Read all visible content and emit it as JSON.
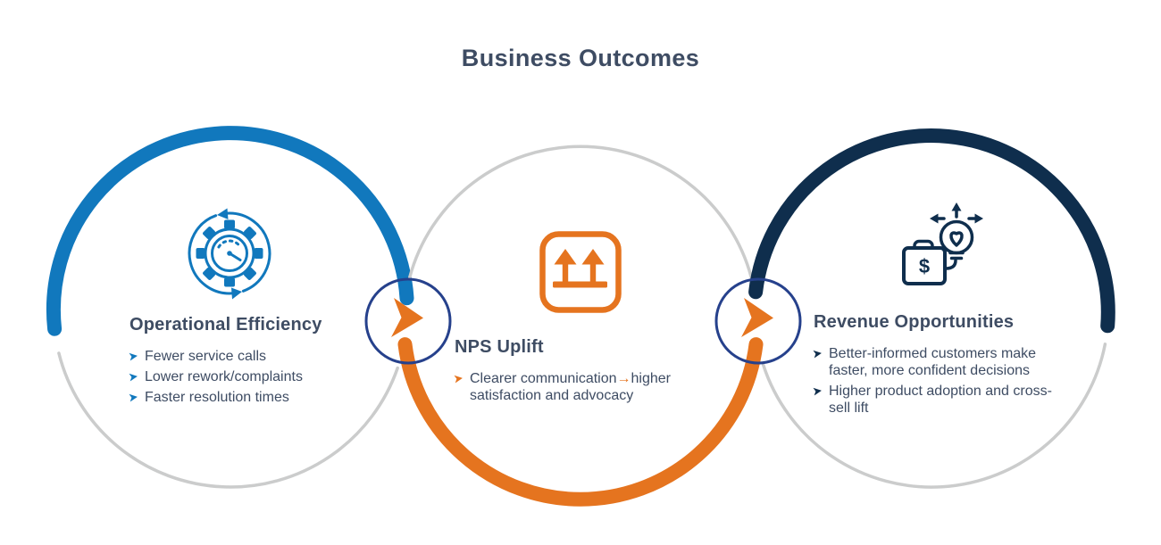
{
  "title": "Business Outcomes",
  "colors": {
    "blue": "#1178bd",
    "orange": "#e5741f",
    "navy": "#0f2e4d",
    "ring": "#26418c",
    "gray": "#cbcccc",
    "text": "#3e4c63"
  },
  "sections": [
    {
      "heading": "Operational Efficiency",
      "icon": "gear-gauge-sync-icon",
      "accent": "#1178bd",
      "bullets": [
        "Fewer service calls",
        "Lower rework/complaints",
        "Faster resolution times"
      ]
    },
    {
      "heading": "NPS Uplift",
      "icon": "uplift-arrows-icon",
      "accent": "#e5741f",
      "bullet_parts": {
        "pre": "Clearer communication",
        "arrow": "→",
        "post": "higher satisfaction and advocacy"
      }
    },
    {
      "heading": "Revenue Opportunities",
      "icon": "briefcase-lightbulb-icon",
      "accent": "#0f2e4d",
      "bullets": [
        "Better-informed customers make faster, more confident decisions",
        "Higher product adoption and cross-sell lift"
      ]
    }
  ],
  "connectors": [
    {
      "icon": "arrow-right-icon"
    },
    {
      "icon": "arrow-right-icon"
    }
  ],
  "icons": {
    "bullet_icon": "chevron-right-icon",
    "dollar_glyph": "$"
  }
}
